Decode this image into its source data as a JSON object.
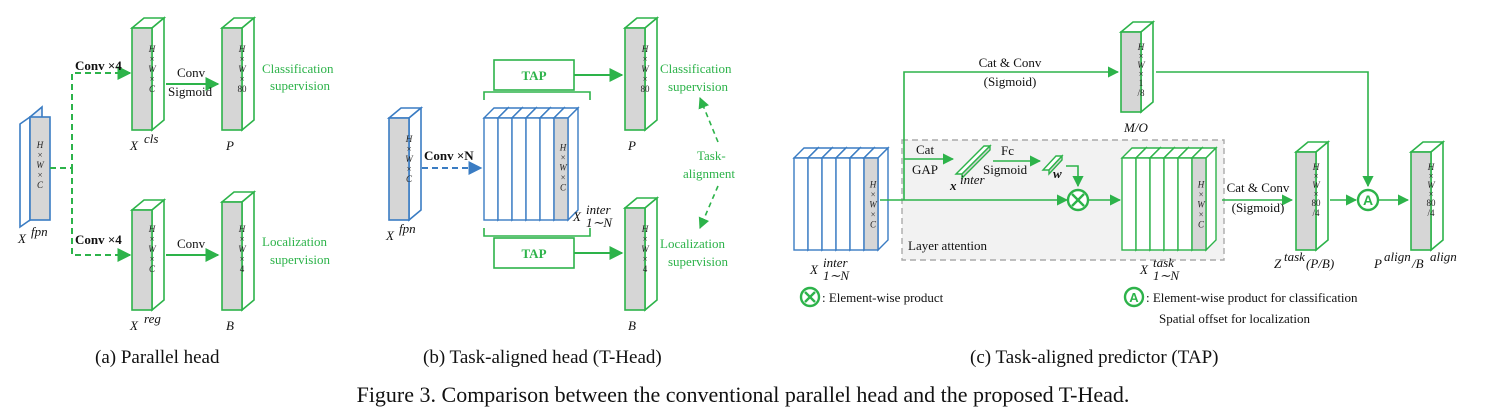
{
  "colors": {
    "blue": "#3a7cc3",
    "green": "#2db34a",
    "gray": "#d6d6d6",
    "text": "#111111"
  },
  "dims": {
    "H": "H",
    "W": "W",
    "C": "C",
    "x": "×",
    "n80": "80",
    "n4": "4",
    "n1": "1",
    "n8": "/8",
    "n80_4": "80",
    "n4_4": "/4"
  },
  "panel_a": {
    "conv4_top": "Conv ×4",
    "conv4_bottom": "Conv ×4",
    "conv_sigmoid_1": "Conv",
    "conv_sigmoid_2": "Sigmoid",
    "conv_reg": "Conv",
    "cls_supervision_1": "Classification",
    "cls_supervision_2": "supervision",
    "loc_supervision_1": "Localization",
    "loc_supervision_2": "supervision",
    "x_fpn": "X",
    "x_fpn_sup": "fpn",
    "x_cls": "X",
    "x_cls_sup": "cls",
    "x_reg": "X",
    "x_reg_sup": "reg",
    "p": "P",
    "b": "B",
    "caption": "(a)  Parallel head"
  },
  "panel_b": {
    "tap_top": "TAP",
    "tap_bottom": "TAP",
    "conv_n": "Conv ×N",
    "cls_supervision_1": "Classification",
    "cls_supervision_2": "supervision",
    "loc_supervision_1": "Localization",
    "loc_supervision_2": "supervision",
    "task_1": "Task-",
    "task_2": "alignment",
    "x_fpn": "X",
    "x_fpn_sup": "fpn",
    "x_inter": "X",
    "x_inter_sup": "inter",
    "x_inter_sub": "1∼N",
    "p": "P",
    "b": "B",
    "caption": "(b)  Task-aligned head (T-Head)"
  },
  "panel_c": {
    "cat_conv": "Cat & Conv",
    "sigmoid_top": "(Sigmoid)",
    "cat": "Cat",
    "gap": "GAP",
    "fc": "Fc",
    "sigmoid_mid": "Sigmoid",
    "x_inter_small": "x",
    "x_inter_small_sup": "inter",
    "w": "w",
    "cat_conv_right": "Cat & Conv",
    "sigmoid_right": "(Sigmoid)",
    "layer_attention": "Layer attention",
    "mo": "M/O",
    "x_inter": "X",
    "x_inter_sup": "inter",
    "x_inter_sub": "1∼N",
    "x_task": "X",
    "x_task_sup": "task",
    "x_task_sub": "1∼N",
    "z_task": "Z",
    "z_task_sup": "task",
    "z_task_rest": "(P/B)",
    "p_align": "P",
    "p_align_sup": "align",
    "b_align": "/B",
    "b_align_sup": "align",
    "legend_x": ": Element-wise product",
    "legend_a_1": ": Element-wise product for classification",
    "legend_a_2": "Spatial offset for localization",
    "a_symbol": "A",
    "caption": "(c)  Task-aligned predictor (TAP)"
  },
  "figure_caption": "Figure 3. Comparison between the conventional parallel head and the proposed T-Head."
}
